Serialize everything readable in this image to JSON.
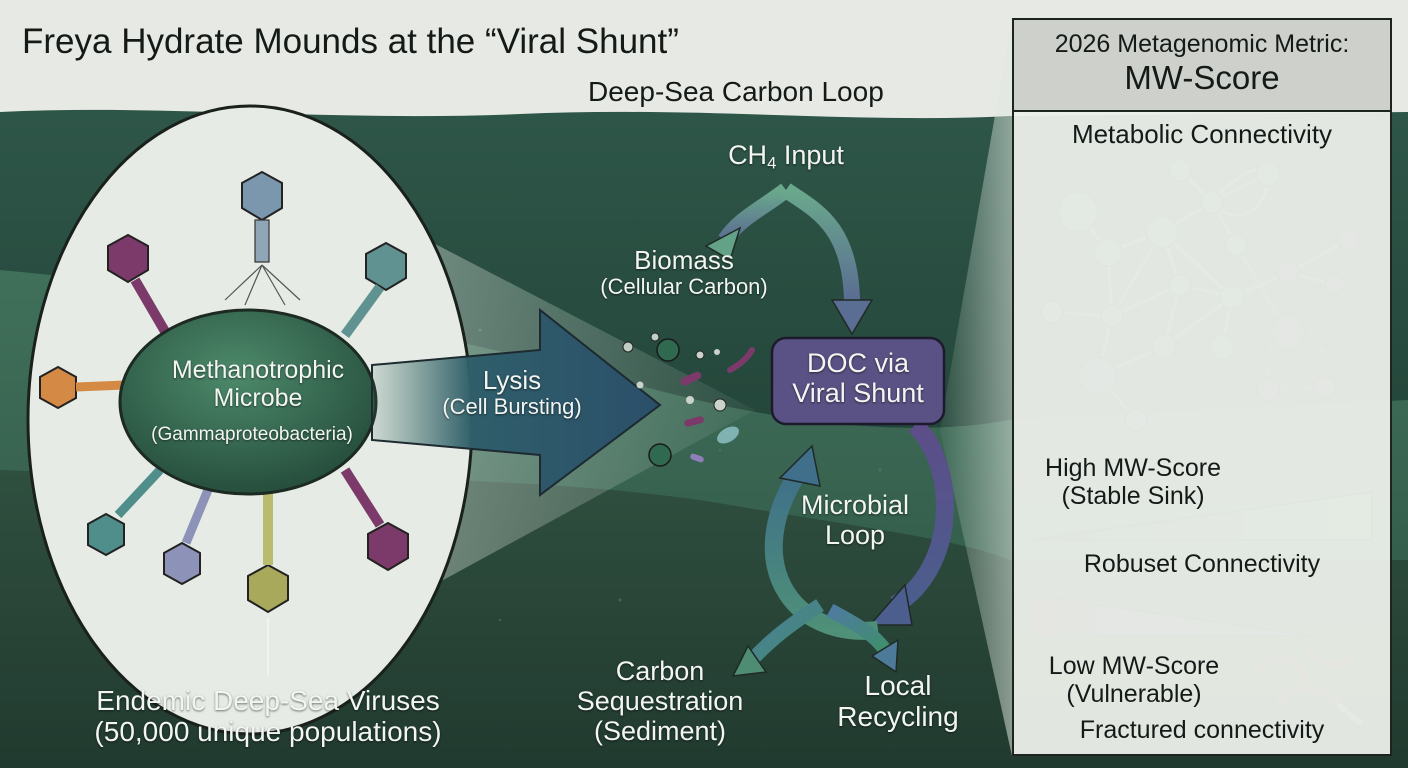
{
  "title": "Freya Hydrate Mounds at the “Viral Shunt”",
  "subtitle": "Deep-Sea Carbon Loop",
  "microbe": {
    "name_line1": "Methanotrophic",
    "name_line2": "Microbe",
    "taxon": "(Gammaproteobacteria)"
  },
  "viruses": {
    "line1": "Endemic Deep-Sea Viruses",
    "line2": "(50,000 unique populations)"
  },
  "lysis": {
    "line1": "Lysis",
    "line2": "(Cell Bursting)"
  },
  "ch4": {
    "prefix": "CH",
    "subscript": "4",
    "suffix": " Input"
  },
  "biomass": {
    "line1": "Biomass",
    "line2": "(Cellular Carbon)"
  },
  "doc": {
    "line1": "DOC via",
    "line2": "Viral Shunt"
  },
  "microbial_loop": {
    "line1": "Microbial",
    "line2": "Loop"
  },
  "carbon_seq": {
    "line1": "Carbon",
    "line2": "Sequestration",
    "line3": "(Sediment)"
  },
  "local_recycling": {
    "line1": "Local",
    "line2": "Recycling"
  },
  "panel": {
    "title_line1": "2026 Metagenomic Metric:",
    "title_line2": "MW-Score",
    "network_label": "Metabolic Connectivity",
    "high_line1": "High MW-Score",
    "high_line2": "(Stable Sink)",
    "robust": "Robuset Connectivity",
    "low_line1": "Low MW-Score",
    "low_line2": "(Vulnerable)",
    "fractured": "Fractured connectivity"
  },
  "colors": {
    "sea_dark": "#27493d",
    "sea_mid": "#36614f",
    "node_green": "#3f7f63",
    "node_purple": "#4a3f66",
    "doc_box": "#5a5284",
    "accent_purple": "#5e2f52"
  }
}
